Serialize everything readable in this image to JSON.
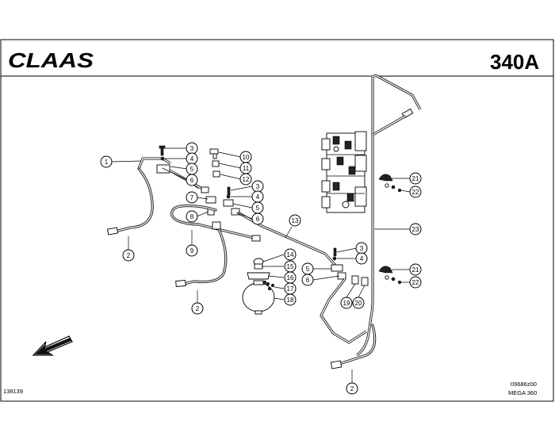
{
  "header": {
    "brand": "CLAAS",
    "page_number": "340A"
  },
  "footer": {
    "left_code": "138139",
    "right_code": "09686z00",
    "model": "MEGA 360"
  },
  "callouts": [
    {
      "label": "1"
    },
    {
      "label": "2"
    },
    {
      "label": "3"
    },
    {
      "label": "4"
    },
    {
      "label": "5"
    },
    {
      "label": "6"
    },
    {
      "label": "10"
    },
    {
      "label": "11"
    },
    {
      "label": "12"
    },
    {
      "label": "7"
    },
    {
      "label": "8"
    },
    {
      "label": "3"
    },
    {
      "label": "4"
    },
    {
      "label": "5"
    },
    {
      "label": "6"
    },
    {
      "label": "9"
    },
    {
      "label": "13"
    },
    {
      "label": "14"
    },
    {
      "label": "15"
    },
    {
      "label": "16"
    },
    {
      "label": "17"
    },
    {
      "label": "18"
    },
    {
      "label": "2"
    },
    {
      "label": "3"
    },
    {
      "label": "4"
    },
    {
      "label": "5"
    },
    {
      "label": "6"
    },
    {
      "label": "19"
    },
    {
      "label": "20"
    },
    {
      "label": "21"
    },
    {
      "label": "22"
    },
    {
      "label": "23"
    },
    {
      "label": "21"
    },
    {
      "label": "22"
    },
    {
      "label": "2"
    }
  ]
}
